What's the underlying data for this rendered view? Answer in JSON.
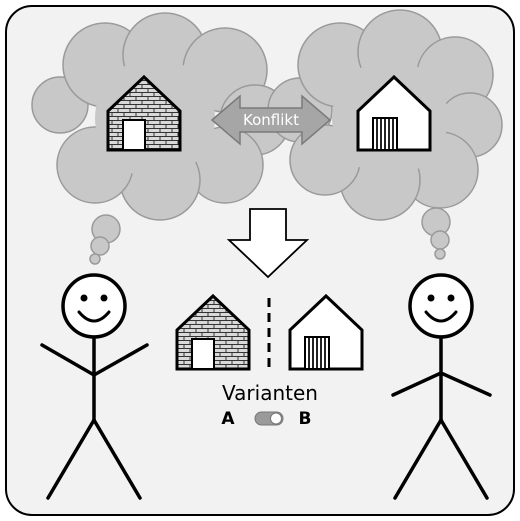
{
  "diagram": {
    "conflict_label": "Konflikt",
    "variants_label": "Varianten",
    "toggle": {
      "left_label": "A",
      "right_label": "B"
    },
    "houses": [
      {
        "person": "left",
        "style": "brick"
      },
      {
        "person": "right",
        "style": "plain-with-striped-door"
      }
    ],
    "colors": {
      "background": "#f2f2f2",
      "cloud": "#c8c8c8",
      "cloud_outline": "#9a9a9a",
      "arrow": "#a6a6a6",
      "stroke": "#000000"
    }
  }
}
